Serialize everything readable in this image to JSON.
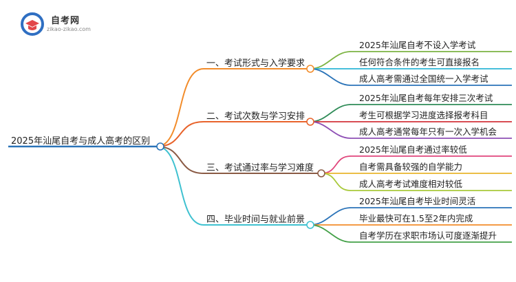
{
  "logo": {
    "title": "自考网",
    "subtitle": "zikao-zikao.com",
    "badge_color_blue": "#2f6fc2",
    "badge_color_red": "#e2464a"
  },
  "root": {
    "label": "2025年汕尾自考与成人高考的区别",
    "color": "#2a73b8"
  },
  "branches": [
    {
      "label": "一、考试形式与入学要求",
      "color": "#f28c2a",
      "children": [
        {
          "label": "2025年汕尾自考不设入学考试",
          "color": "#7cb342"
        },
        {
          "label": "任何符合条件的考生可直接报名",
          "color": "#2bb5d6"
        },
        {
          "label": "成人高考需通过全国统一入学考试",
          "color": "#2a73b8"
        }
      ]
    },
    {
      "label": "二、考试次数与学习安排",
      "color": "#e8632b",
      "children": [
        {
          "label": "2025年汕尾自考每年安排三次考试",
          "color": "#2e8b57"
        },
        {
          "label": "考生可根据学习进度选择报考科目",
          "color": "#d2333a"
        },
        {
          "label": "成人高考通常每年只有一次入学机会",
          "color": "#8e4fb5"
        }
      ]
    },
    {
      "label": "三、考试通过率与学习难度",
      "color": "#8a5a44",
      "children": [
        {
          "label": "2025年汕尾自考通过率较低",
          "color": "#e0457b"
        },
        {
          "label": "自考需具备较强的自学能力",
          "color": "#e8b42c"
        },
        {
          "label": "成人高考考试难度相对较低",
          "color": "#a8c93a"
        }
      ]
    },
    {
      "label": "四、毕业时间与就业前景",
      "color": "#3fc1d0",
      "children": [
        {
          "label": "2025年汕尾自考毕业时间灵活",
          "color": "#2a73b8"
        },
        {
          "label": "毕业最快可在1.5至2年内完成",
          "color": "#f28c2a"
        },
        {
          "label": "自考学历在求职市场认可度逐渐提升",
          "color": "#43a047"
        }
      ]
    }
  ]
}
